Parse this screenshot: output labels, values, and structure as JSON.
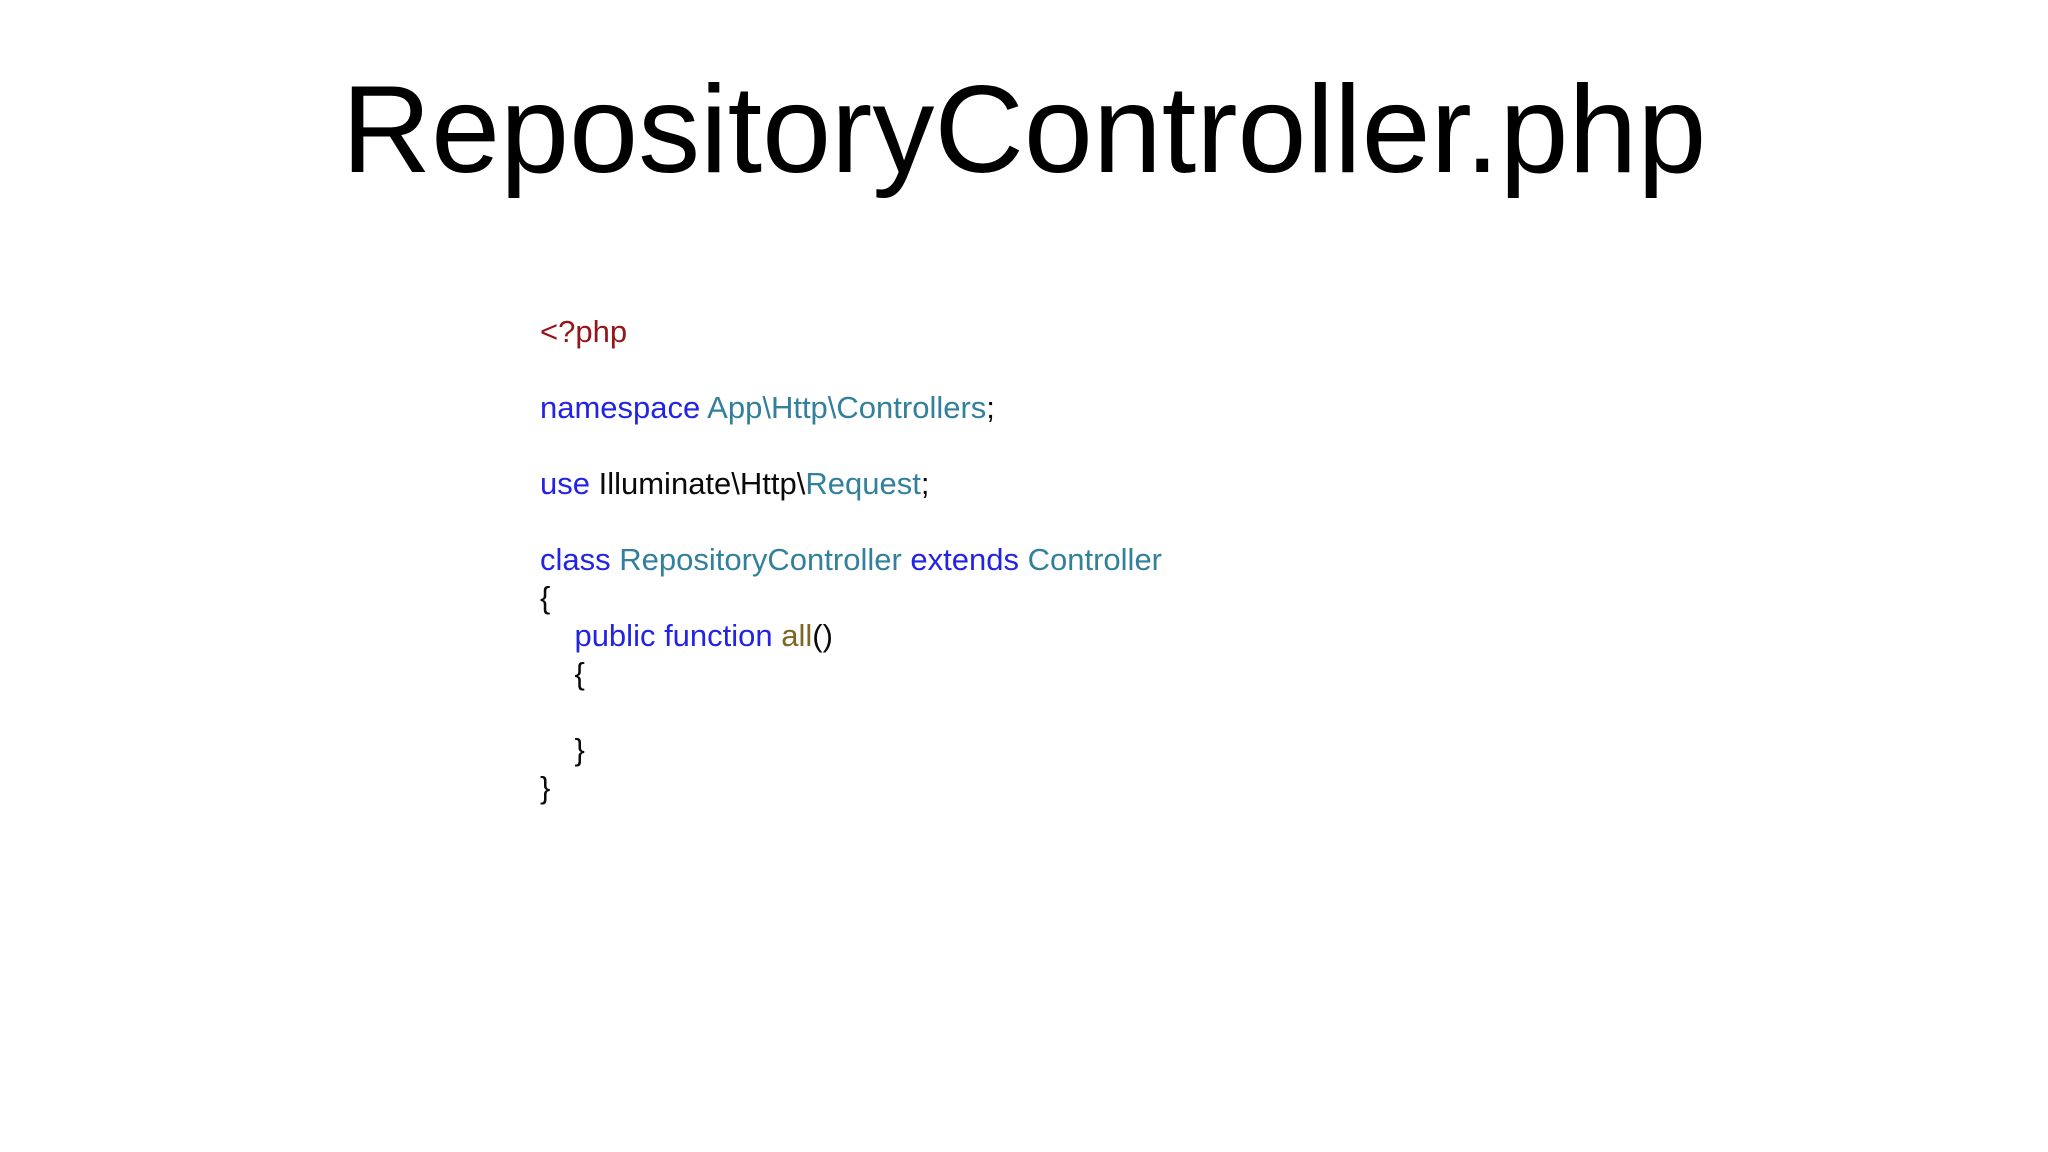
{
  "slide": {
    "title": "RepositoryController.php",
    "background": "#ffffff"
  },
  "palette": {
    "plain": "#0a0a0a",
    "keyword": "#2323e5",
    "classname": "#32809b",
    "php_tag": "#941619",
    "function_name": "#7d661f",
    "title_color": "#000000"
  },
  "code": {
    "language": "php",
    "lines": [
      [
        {
          "t": "<?php",
          "c": "php_tag"
        }
      ],
      [],
      [
        {
          "t": "namespace ",
          "c": "keyword"
        },
        {
          "t": "App\\Http\\Controllers",
          "c": "classname"
        },
        {
          "t": ";",
          "c": "plain"
        }
      ],
      [],
      [
        {
          "t": "use ",
          "c": "keyword"
        },
        {
          "t": "Illuminate\\Http\\",
          "c": "plain"
        },
        {
          "t": "Request",
          "c": "classname"
        },
        {
          "t": ";",
          "c": "plain"
        }
      ],
      [],
      [
        {
          "t": "class ",
          "c": "keyword"
        },
        {
          "t": "RepositoryController ",
          "c": "classname"
        },
        {
          "t": "extends ",
          "c": "keyword"
        },
        {
          "t": "Controller",
          "c": "classname"
        }
      ],
      [
        {
          "t": "{",
          "c": "plain"
        }
      ],
      [
        {
          "t": "    ",
          "c": "plain"
        },
        {
          "t": "public function ",
          "c": "keyword"
        },
        {
          "t": "all",
          "c": "function_name"
        },
        {
          "t": "()",
          "c": "plain"
        }
      ],
      [
        {
          "t": "    {",
          "c": "plain"
        }
      ],
      [],
      [
        {
          "t": "    }",
          "c": "plain"
        }
      ],
      [
        {
          "t": "}",
          "c": "plain"
        }
      ]
    ]
  }
}
